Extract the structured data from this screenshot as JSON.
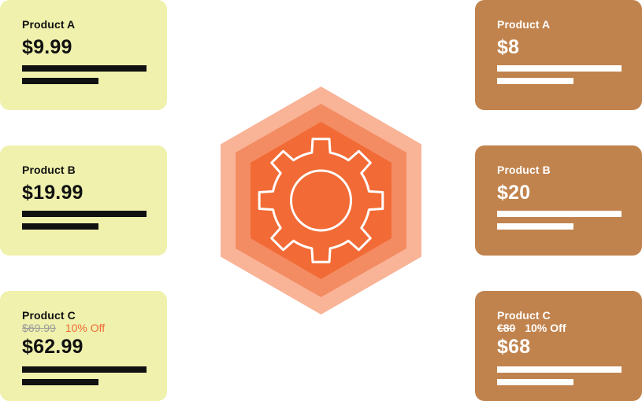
{
  "colors": {
    "left_card_bg": "#eff1ad",
    "right_card_bg": "#c1834d",
    "hex_outer": "#f9b498",
    "hex_middle": "#f48c63",
    "hex_inner": "#f26a35",
    "discount_accent": "#f26a35",
    "gear_stroke": "#ffffff"
  },
  "left_cards": [
    {
      "name": "Product A",
      "price": "$9.99"
    },
    {
      "name": "Product B",
      "price": "$19.99"
    },
    {
      "name": "Product C",
      "original_price": "$69.99",
      "discount": "10% Off",
      "price": "$62.99"
    }
  ],
  "right_cards": [
    {
      "name": "Product A",
      "price": "$8"
    },
    {
      "name": "Product B",
      "price": "$20"
    },
    {
      "name": "Product C",
      "original_price": "€80",
      "discount": "10% Off",
      "price": "$68"
    }
  ],
  "center": {
    "icon": "gear-icon"
  }
}
